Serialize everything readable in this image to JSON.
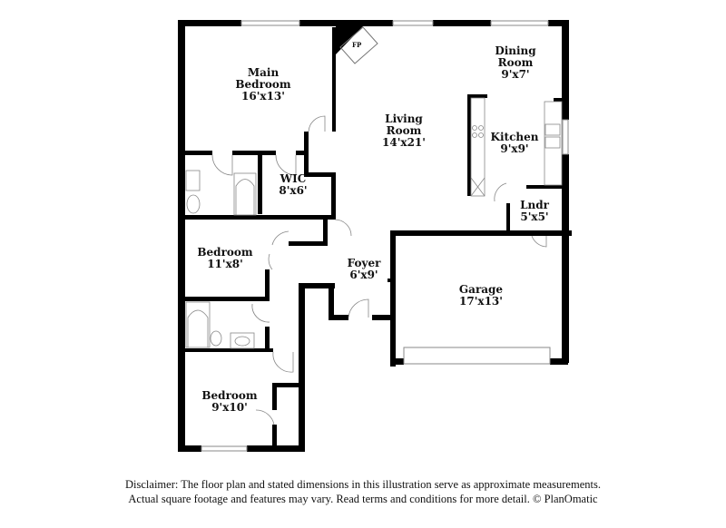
{
  "floor_plan": {
    "rooms": [
      {
        "id": "main-bedroom",
        "name": "Main Bedroom",
        "name_line1": "Main",
        "name_line2": "Bedroom",
        "dimensions": "16'x13'"
      },
      {
        "id": "wic",
        "name": "WIC",
        "dimensions": "8'x6'"
      },
      {
        "id": "living-room",
        "name": "Living Room",
        "name_line1": "Living",
        "name_line2": "Room",
        "dimensions": "14'x21'"
      },
      {
        "id": "dining-room",
        "name": "Dining Room",
        "name_line1": "Dining",
        "name_line2": "Room",
        "dimensions": "9'x7'"
      },
      {
        "id": "kitchen",
        "name": "Kitchen",
        "dimensions": "9'x9'"
      },
      {
        "id": "laundry",
        "name": "Lndr",
        "dimensions": "5'x5'"
      },
      {
        "id": "bedroom-2",
        "name": "Bedroom",
        "dimensions": "11'x8'"
      },
      {
        "id": "foyer",
        "name": "Foyer",
        "dimensions": "6'x9'"
      },
      {
        "id": "garage",
        "name": "Garage",
        "dimensions": "17'x13'"
      },
      {
        "id": "bedroom-3",
        "name": "Bedroom",
        "dimensions": "9'x10'"
      }
    ],
    "fixtures": {
      "fireplace_label": "FP"
    },
    "colors": {
      "wall": "#000000",
      "fixture_line": "#9a9a9a",
      "background": "#ffffff"
    }
  },
  "disclaimer": {
    "line1": "Disclaimer: The floor plan and stated dimensions in this illustration serve as approximate measurements.",
    "line2": "Actual square footage and features may vary. Read terms and conditions for more detail. © PlanOmatic"
  }
}
